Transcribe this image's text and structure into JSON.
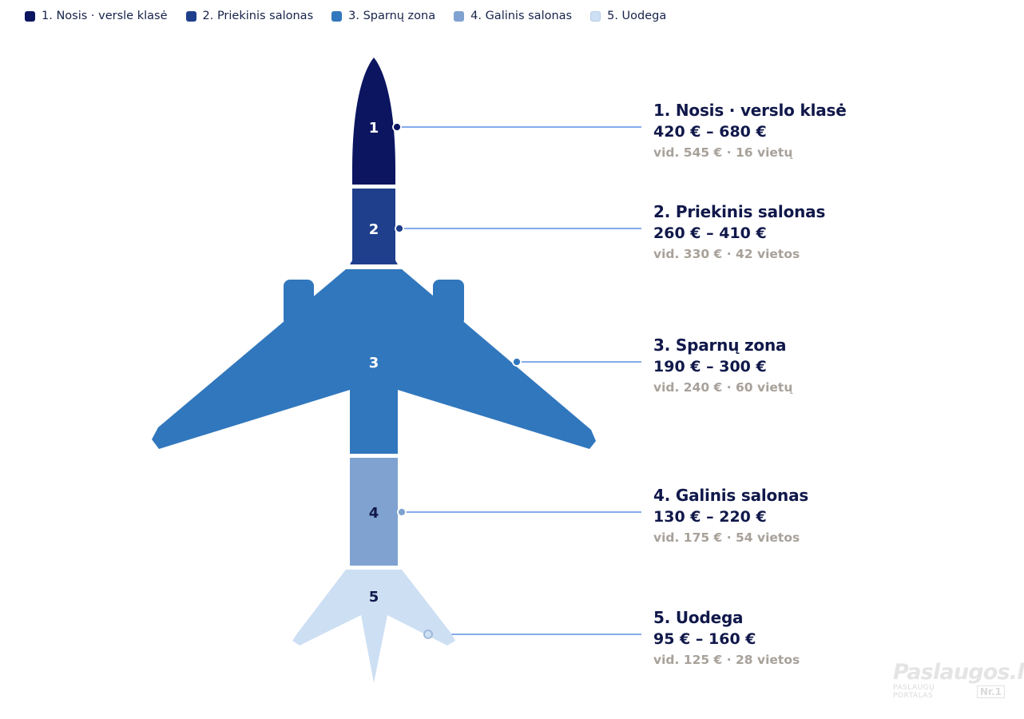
{
  "legend": [
    {
      "label": "1. Nosis · versle klasė",
      "color": "#0b1560"
    },
    {
      "label": "2. Priekinis salonas",
      "color": "#1f3f8c"
    },
    {
      "label": "3. Sparnų zona",
      "color": "#3177bd"
    },
    {
      "label": "4. Galinis salonas",
      "color": "#7fa2d0"
    },
    {
      "label": "5. Uodega",
      "color": "#cddff3"
    }
  ],
  "segments": [
    {
      "number": "1",
      "title": "1. Nosis · verslo klasė",
      "range": "420 € – 680 €",
      "meta": "vid. 545 € · 16 vietų",
      "color": "#0b1560",
      "num_color": "#ffffff"
    },
    {
      "number": "2",
      "title": "2. Priekinis salonas",
      "range": "260 € – 410 €",
      "meta": "vid. 330 € · 42 vietos",
      "color": "#1f3f8c",
      "num_color": "#ffffff"
    },
    {
      "number": "3",
      "title": "3. Sparnų zona",
      "range": "190 € – 300 €",
      "meta": "vid. 240 € · 60 vietų",
      "color": "#3177bd",
      "num_color": "#ffffff"
    },
    {
      "number": "4",
      "title": "4. Galinis salonas",
      "range": "130 € – 220 €",
      "meta": "vid. 175 € · 54 vietos",
      "color": "#7fa2d0",
      "num_color": "#10184a"
    },
    {
      "number": "5",
      "title": "5. Uodega",
      "range": "95 € – 160 €",
      "meta": "vid. 125 € · 28 vietos",
      "color": "#cddff3",
      "num_color": "#10184a"
    }
  ],
  "leader_color": "#5b8fe6",
  "watermark": {
    "logo": "Paslaugos.lt",
    "tagline": "PASLAUGŲ PORTALAS",
    "badge": "Nr.1"
  }
}
